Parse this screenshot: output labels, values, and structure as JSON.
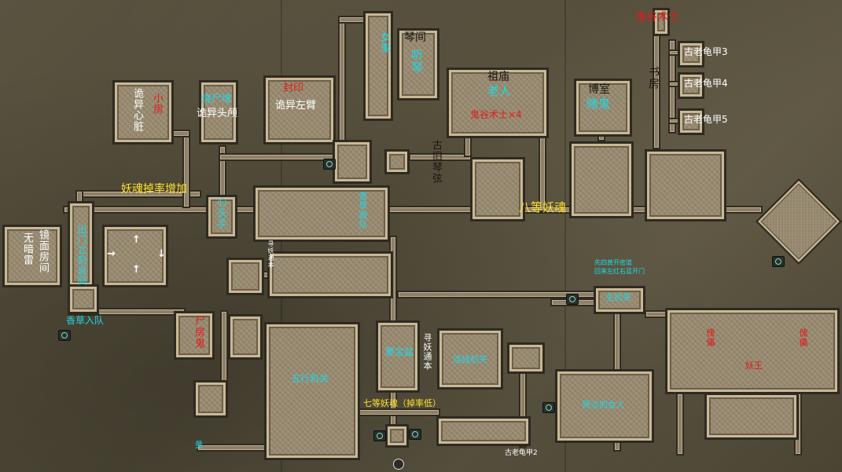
{
  "map": {
    "rooms_left": {
      "mirror_room": "镜面房间",
      "no_dark_thunder": "无暗雷",
      "exit_refresh": "出门立刻返回",
      "herb_join": "香草入队",
      "heart": "诡异心脏",
      "small_room_red": "小房",
      "corpse_pile": "烧尸堆",
      "weird_head": "诡异头颅",
      "left_arm_red": "封印",
      "weird_left_arm": "诡异左臂",
      "female_ghost": "女鬼",
      "piano_room": "琴间",
      "listen_piano": "听琴",
      "soul_drop_up": "妖魂掉率增加",
      "heart_hand": "心头手",
      "herb_team": "香草跟队",
      "seek_passage1": "寻妖通本",
      "corpse_red": "尸房鬼",
      "five_elements": "五行机关",
      "treasure_basin": "聚宝盆",
      "seek_passage2": "寻妖通本",
      "link_mech": "连线机关",
      "seventh_soul": "七等妖魂（掉率低）",
      "turtle2": "古老龟甲2",
      "small_mark": "量"
    },
    "rooms_right": {
      "ghost_master_top": "鬼谷术士",
      "turtle3": "古老龟甲3",
      "turtle4": "古老龟甲4",
      "turtle5": "古老龟甲5",
      "study": "书房",
      "ancestral": "祖庙",
      "old_man": "老人",
      "ghost_master_red": "鬼谷术士×4",
      "gambling_room": "博室",
      "gambling_ghost": "赌鬼",
      "old_strings": "古旧琴弦",
      "eighth_soul": "八等妖魂",
      "hint_line1": "先四黄开密道",
      "hint_line2": "回来左红右蓝开门",
      "main_mech": "主机关",
      "crying_woman": "哭泣的女人",
      "boss_left": "傀儡",
      "boss_right": "傀儡",
      "boss_center": "妖王"
    },
    "arrows": [
      "↑",
      "→",
      "↓",
      "↑"
    ]
  }
}
